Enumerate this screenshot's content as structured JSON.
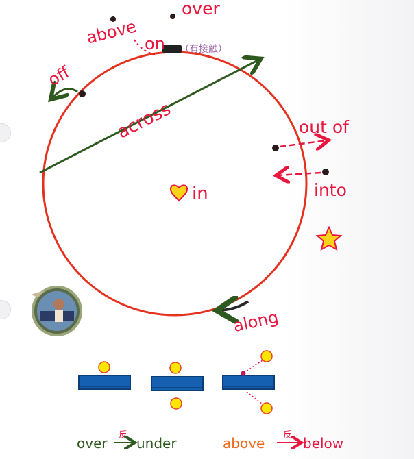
{
  "labels": {
    "over": "over",
    "above": "above",
    "on": "on",
    "contact_note": "（有接触）",
    "off": "off",
    "across": "across",
    "out_of": "out of",
    "into": "into",
    "in": "in",
    "along": "along"
  },
  "footer": {
    "left_word": "over",
    "left_connector": "反",
    "left_opposite": "under",
    "right_word": "above",
    "right_connector": "反",
    "right_opposite": "below"
  },
  "colors": {
    "circle": "#e5321f",
    "label": "#e8173f",
    "arrow": "#2f5a1f",
    "dot": "#2a1a1a",
    "block": "#1560b0",
    "ball": "#ffe600",
    "ball_outline": "#e8402b",
    "note": "#9b5fa8",
    "heart": "#ffd21a",
    "star": "#ffd21a"
  },
  "icons": {
    "heart": "heart-icon",
    "star": "star-icon",
    "avatar": "avatar-seal"
  }
}
